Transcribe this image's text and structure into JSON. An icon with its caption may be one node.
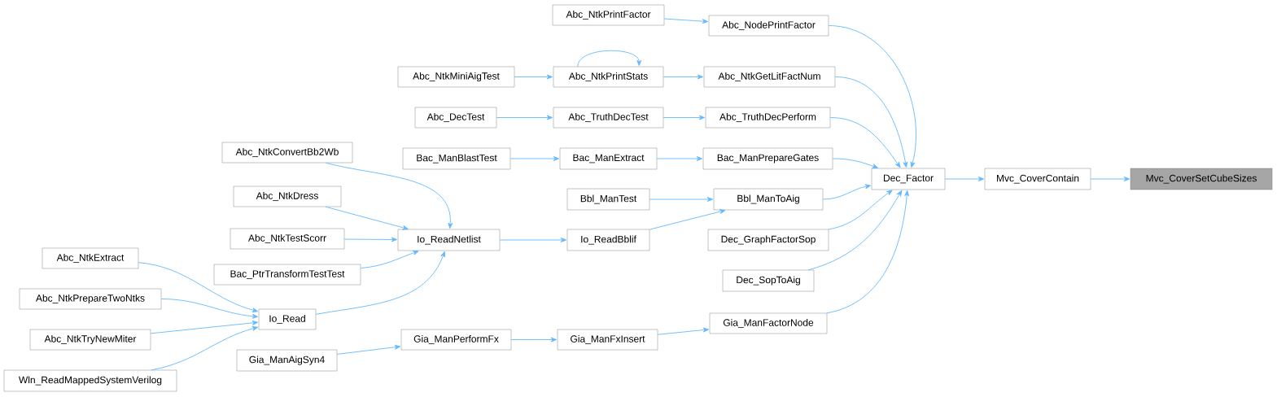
{
  "diagram": {
    "nodes": [
      {
        "text": [
          "Mvc_CoverSetCubeSizes"
        ]
      },
      {
        "text": [
          "Mvc_CoverContain"
        ]
      },
      {
        "text": [
          "Dec_Factor"
        ]
      },
      {
        "text": [
          "Abc_NodePrintFactor"
        ]
      },
      {
        "text": [
          "Abc_NtkPrintFactor"
        ]
      },
      {
        "text": [
          "Abc_NtkGetLitFactNum"
        ]
      },
      {
        "text": [
          "Abc_NtkPrintStats"
        ]
      },
      {
        "text": [
          "Abc_NtkMiniAigTest"
        ]
      },
      {
        "text": [
          "Abc_TruthDecPerform"
        ]
      },
      {
        "text": [
          "Abc_TruthDecTest"
        ]
      },
      {
        "text": [
          "Abc_DecTest"
        ]
      },
      {
        "text": [
          "Bac_ManPrepareGates"
        ]
      },
      {
        "text": [
          "Bac_ManExtract"
        ]
      },
      {
        "text": [
          "Bac_ManBlastTest"
        ]
      },
      {
        "text": [
          "Bbl_ManToAig"
        ]
      },
      {
        "text": [
          "Bbl_ManTest"
        ]
      },
      {
        "text": [
          "Io_ReadBblif"
        ]
      },
      {
        "text": [
          "Io_ReadNetlist"
        ]
      },
      {
        "text": [
          "Abc_NtkConvertBb2Wb"
        ]
      },
      {
        "text": [
          "Abc_NtkDress"
        ]
      },
      {
        "text": [
          "Abc_NtkTestScorr"
        ]
      },
      {
        "text": [
          "Bac_PtrTransformTestTest"
        ]
      },
      {
        "text": [
          "Io_Read"
        ]
      },
      {
        "text": [
          "Abc_NtkExtract"
        ]
      },
      {
        "text": [
          "Abc_NtkPrepareTwoNtks"
        ]
      },
      {
        "text": [
          "Abc_NtkTryNewMiter"
        ]
      },
      {
        "text": [
          "Wln_ReadMappedSystemVerilog"
        ]
      },
      {
        "text": [
          "Gia_ManAigSyn4"
        ]
      },
      {
        "text": [
          "Gia_ManPerformFx"
        ]
      },
      {
        "text": [
          "Gia_ManFxInsert"
        ]
      },
      {
        "text": [
          "Gia_ManFactorNode"
        ]
      },
      {
        "text": [
          "Dec_GraphFactorSop"
        ]
      },
      {
        "text": [
          "Dec_SopToAig"
        ]
      }
    ],
    "edges": [
      {
        "from": 1,
        "to": 0,
        "arrow": "to"
      },
      {
        "from": 2,
        "to": 1,
        "arrow": "to"
      },
      {
        "from": 3,
        "to": 2,
        "arrow": "to"
      },
      {
        "from": 4,
        "to": 3,
        "arrow": "to"
      },
      {
        "from": 5,
        "to": 2,
        "arrow": "to"
      },
      {
        "from": 6,
        "to": 5,
        "arrow": "to"
      },
      {
        "from": 6,
        "to": 6,
        "arrow": "to"
      },
      {
        "from": 7,
        "to": 6,
        "arrow": "to"
      },
      {
        "from": 8,
        "to": 2,
        "arrow": "to"
      },
      {
        "from": 9,
        "to": 8,
        "arrow": "to"
      },
      {
        "from": 10,
        "to": 9,
        "arrow": "to"
      },
      {
        "from": 11,
        "to": 2,
        "arrow": "to"
      },
      {
        "from": 12,
        "to": 11,
        "arrow": "to"
      },
      {
        "from": 13,
        "to": 12,
        "arrow": "to"
      },
      {
        "from": 14,
        "to": 2,
        "arrow": "to"
      },
      {
        "from": 15,
        "to": 14,
        "arrow": "to"
      },
      {
        "from": 16,
        "to": 14,
        "arrow": "to"
      },
      {
        "from": 17,
        "to": 16,
        "arrow": "to"
      },
      {
        "from": 18,
        "to": 17,
        "arrow": "to"
      },
      {
        "from": 19,
        "to": 17,
        "arrow": "to"
      },
      {
        "from": 20,
        "to": 17,
        "arrow": "to"
      },
      {
        "from": 21,
        "to": 17,
        "arrow": "to"
      },
      {
        "from": 22,
        "to": 17,
        "arrow": "to"
      },
      {
        "from": 23,
        "to": 22,
        "arrow": "to"
      },
      {
        "from": 24,
        "to": 22,
        "arrow": "to"
      },
      {
        "from": 25,
        "to": 22,
        "arrow": "to"
      },
      {
        "from": 26,
        "to": 22,
        "arrow": "to"
      },
      {
        "from": 27,
        "to": 28,
        "arrow": "to"
      },
      {
        "from": 28,
        "to": 29,
        "arrow": "to"
      },
      {
        "from": 29,
        "to": 30,
        "arrow": "to"
      },
      {
        "from": 30,
        "to": 2,
        "arrow": "to"
      },
      {
        "from": 31,
        "to": 2,
        "arrow": "to"
      },
      {
        "from": 32,
        "to": 2,
        "arrow": "to"
      }
    ]
  }
}
